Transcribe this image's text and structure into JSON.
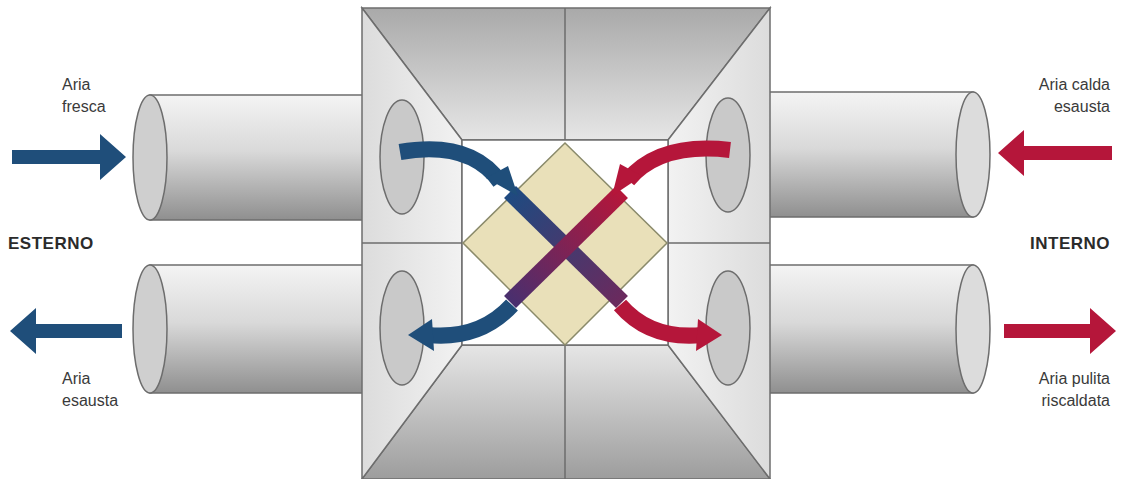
{
  "diagram": {
    "labels": [
      "Aria fresca",
      "ESTERNO",
      "Aria esausta",
      "Aria calda esausta",
      "INTERNO",
      "Aria pulita riscaldata"
    ]
  }
}
